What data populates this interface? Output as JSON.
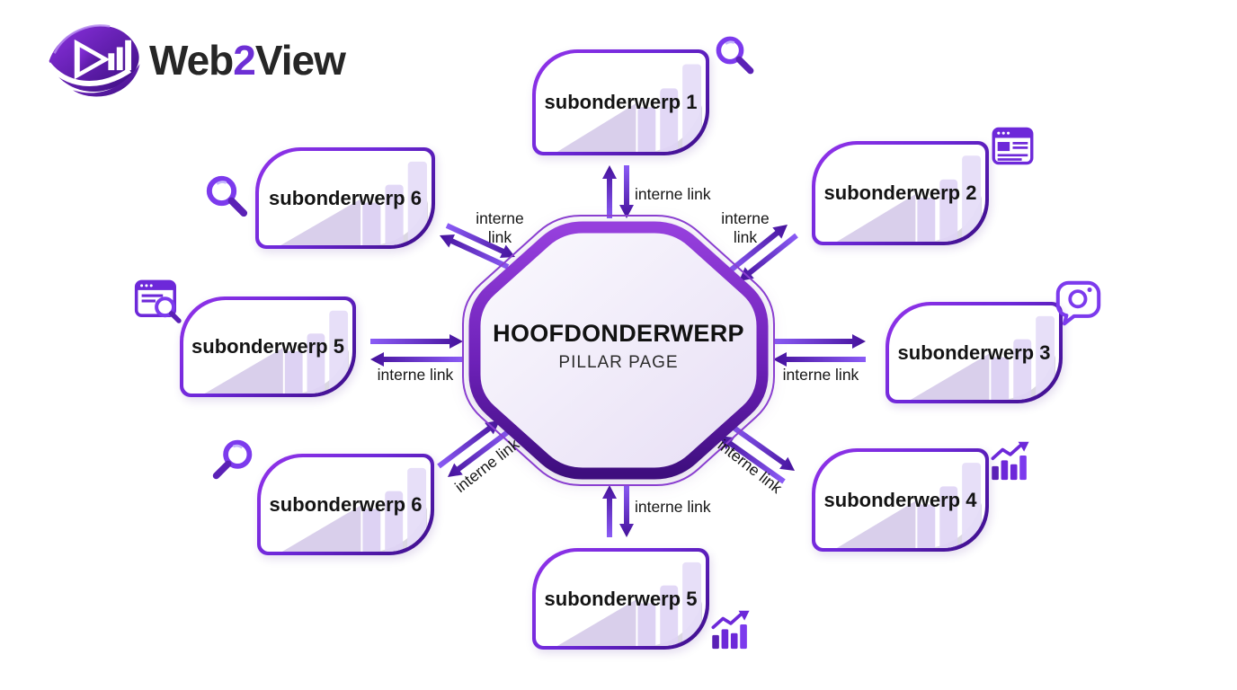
{
  "logo": {
    "web": "Web",
    "two": "2",
    "view": "View"
  },
  "center": {
    "title": "HOOFDONDERWERP",
    "subtitle": "PILLAR PAGE"
  },
  "cards": [
    {
      "position": "top",
      "label": "subonderwerp 1",
      "icon": "magnifier-icon"
    },
    {
      "position": "top-right",
      "label": "subonderwerp 2",
      "icon": "browser-window-icon"
    },
    {
      "position": "right",
      "label": "subonderwerp 3",
      "icon": "camera-chat-icon"
    },
    {
      "position": "bottom-right",
      "label": "subonderwerp 4",
      "icon": "growth-chart-icon"
    },
    {
      "position": "bottom",
      "label": "subonderwerp 5",
      "icon": "growth-chart-icon"
    },
    {
      "position": "bottom-left",
      "label": "subonderwerp 6",
      "icon": "magnifier-icon"
    },
    {
      "position": "left",
      "label": "subonderwerp 5",
      "icon": "browser-search-icon"
    },
    {
      "position": "top-left",
      "label": "subonderwerp 6",
      "icon": "magnifier-icon"
    }
  ],
  "connectors": [
    {
      "position": "top",
      "label": "interne link"
    },
    {
      "position": "top-right",
      "label": "interne link"
    },
    {
      "position": "right",
      "label": "interne link"
    },
    {
      "position": "bottom-right",
      "label": "interne link"
    },
    {
      "position": "bottom",
      "label": "interne link"
    },
    {
      "position": "bottom-left",
      "label": "interne link"
    },
    {
      "position": "left",
      "label": "interne link"
    },
    {
      "position": "top-left",
      "label": "interne link"
    }
  ],
  "colors": {
    "purple": "#7c3aed",
    "purple_dark": "#3f0e82",
    "logo_accent": "#6d2fd5",
    "bar_fill": "#ddd1f4"
  }
}
